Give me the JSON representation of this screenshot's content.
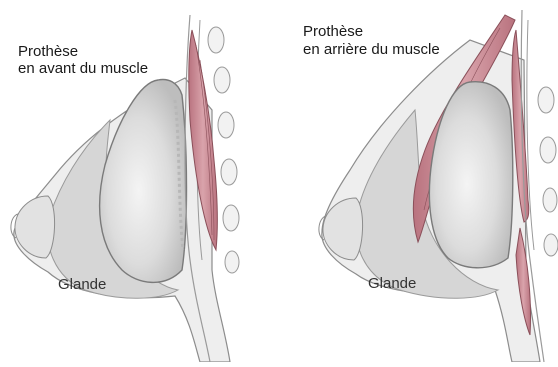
{
  "panels": [
    {
      "title_line1": "Prothèse",
      "title_line2": "en avant du muscle",
      "gland_label": "Glande"
    },
    {
      "title_line1": "Prothèse",
      "title_line2": "en arrière du muscle",
      "gland_label": "Glande"
    }
  ],
  "colors": {
    "skin": "#ececec",
    "gland": "#d9d9d9",
    "implant": "#dadada",
    "muscle": "#c98b96",
    "outline": "#8c8c8c"
  }
}
